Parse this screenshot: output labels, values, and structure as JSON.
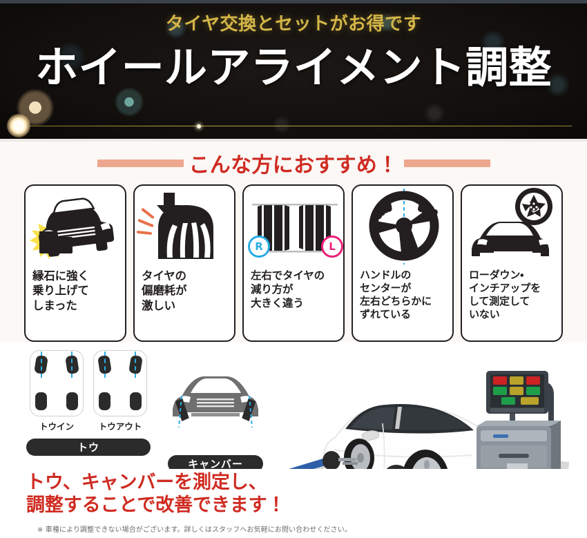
{
  "hero": {
    "subtitle": "タイヤ交換とセットがお得です",
    "title": "ホイールアライメント調整",
    "subtitle_color": "#d4b648",
    "title_color": "#ffffff",
    "background_color": "#120f0d"
  },
  "recommend": {
    "heading": "こんな方におすすめ！",
    "heading_color": "#cf2b22",
    "bar_color": "#eea78f",
    "cards": [
      {
        "icon": "car-hitting-curb-icon",
        "text": "縁石に強く\n乗り上げて\nしまった"
      },
      {
        "icon": "tire-uneven-wear-icon",
        "text": "タイヤの\n偏磨耗が\n激しい"
      },
      {
        "icon": "left-right-tire-wear-icon",
        "text": "左右でタイヤの\n減り方が\n大きく違う"
      },
      {
        "icon": "steering-wheel-off-center-icon",
        "text": "ハンドルの\nセンターが\n左右どちらかに\nずれている"
      },
      {
        "icon": "lowered-car-wheel-icon",
        "text": "ローダウン・\nインチアップを\nして測定して\nいない"
      }
    ],
    "badges": {
      "right_label": "R",
      "right_color": "#29abe2",
      "left_label": "L",
      "left_color": "#ed1e79"
    }
  },
  "diagrams": {
    "toe": {
      "sub_labels": [
        "トウイン",
        "トウアウト"
      ],
      "pill_label": "トウ",
      "icon": "toe-top-view-icon"
    },
    "camber": {
      "pill_label": "キャンバー",
      "icon": "camber-front-view-icon"
    },
    "pill_color": "#2b2b2b",
    "guide_line_color": "#29abe2"
  },
  "photo": {
    "name": "wheel-alignment-machine-photo",
    "description": "白いセダンがブルーのアライメントリフト上で測定中、右側に計測機器とモニター",
    "rack_color": "#2f5fa8",
    "car_color": "#ffffff",
    "machine_color": "#8c939c"
  },
  "closing": {
    "line1": "トウ、キャンバーを測定し、",
    "line2": "調整することで改善できます！",
    "color": "#cf2b22",
    "note": "※ 車種により調整できない場合がございます。詳しくはスタッフへお気軽にお問い合わせください。"
  }
}
